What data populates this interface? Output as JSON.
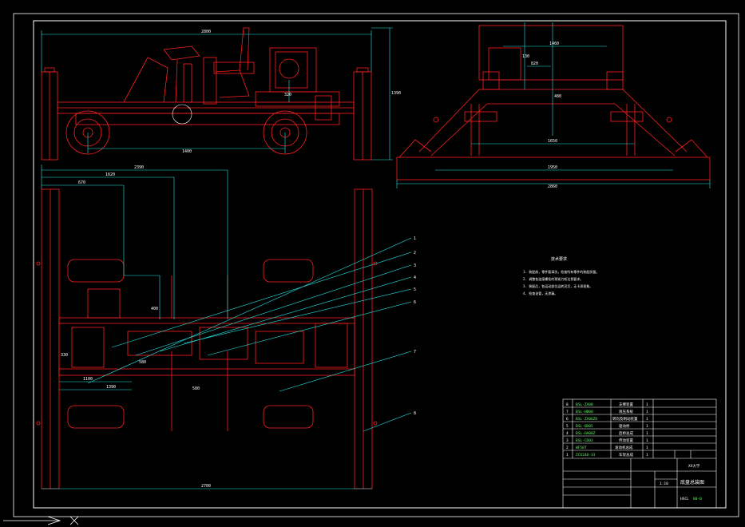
{
  "dimensions": {
    "side_total": "2800",
    "side_height": "1390",
    "side_wheelbase": "1400",
    "side_gap": "320",
    "front_top_a": "1460",
    "front_top_b": "820",
    "front_inner": "1650",
    "front_mid": "1950",
    "front_total": "2860",
    "front_mid_h": "480",
    "front_top_h": "130",
    "plan_a": "2390",
    "plan_b": "1620",
    "plan_c": "670",
    "plan_d": "1100",
    "plan_e": "1390",
    "plan_bottom": "2700",
    "plan_v1": "400",
    "plan_v2": "330",
    "plan_v3": "580",
    "plan_v4": "580"
  },
  "leaders": [
    "1",
    "2",
    "3",
    "4",
    "5",
    "6",
    "7",
    "8"
  ],
  "notes": {
    "title": "技术要求",
    "lines": [
      "1. 装配前，零件要清洗，检查所有零件的装配质量。",
      "2. 调整各连接螺栓的预紧力矩达到要求。",
      "3. 装配后，各运动部位运转灵活，无卡滞现象。",
      "4. 检查油管，无渗漏。"
    ]
  },
  "parts_table": [
    {
      "no": "8",
      "code": "BSL-ZX08",
      "name": "支撑装置",
      "qty": "1"
    },
    {
      "no": "7",
      "code": "BSL-HB00",
      "name": "液压系统",
      "qty": "1"
    },
    {
      "no": "6",
      "code": "BSL-ZX06ZD",
      "name": "转向及制动装置",
      "qty": "1"
    },
    {
      "no": "5",
      "code": "BSL-QD05",
      "name": "驱动桥",
      "qty": "1"
    },
    {
      "no": "4",
      "code": "BSL-HA00Z",
      "name": "后桥总成",
      "qty": "1"
    },
    {
      "no": "3",
      "code": "BSL-CD03",
      "name": "传动装置",
      "qty": "1"
    },
    {
      "no": "2",
      "code": "WF50T",
      "name": "发动机总成",
      "qty": "1"
    },
    {
      "no": "1",
      "code": "ZCX240-33",
      "name": "车架总成",
      "qty": "1"
    }
  ],
  "title_block": {
    "drawing_name": "底盘总装图",
    "drawing_code": "HSCL",
    "drawing_code_tail": "00-0",
    "school": "XX大学",
    "scale": "1:10"
  },
  "colors": {
    "geometry": "#ff2020",
    "dimension": "#25e8e8",
    "frame": "#ffffff",
    "highlight": "#5ff55f"
  }
}
